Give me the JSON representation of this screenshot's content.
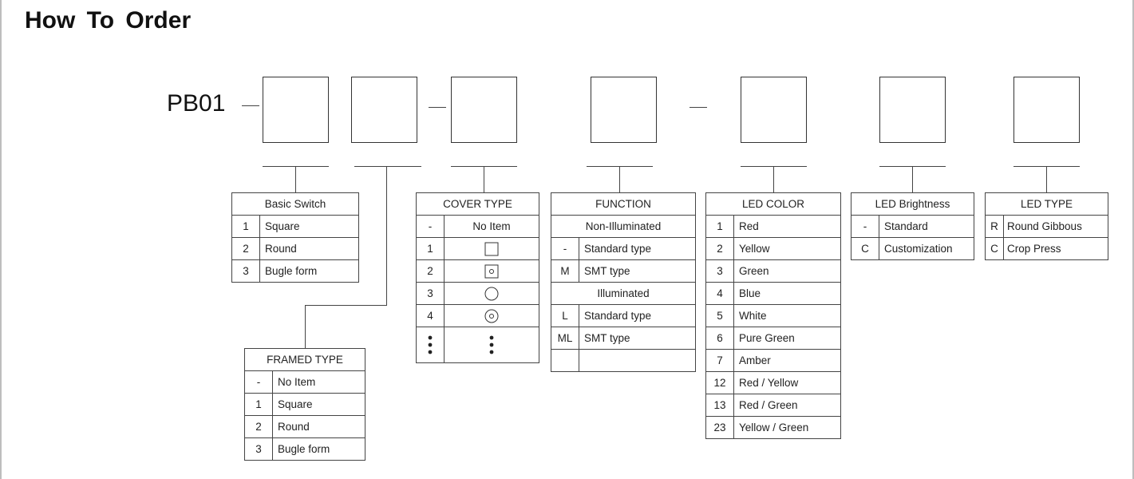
{
  "title": "How To Order",
  "prefix": "PB01",
  "tables": {
    "basic_switch": {
      "header": "Basic Switch",
      "rows": [
        {
          "code": "1",
          "label": "Square"
        },
        {
          "code": "2",
          "label": "Round"
        },
        {
          "code": "3",
          "label": "Bugle form"
        }
      ]
    },
    "framed_type": {
      "header": "FRAMED TYPE",
      "rows": [
        {
          "code": "-",
          "label": "No Item"
        },
        {
          "code": "1",
          "label": "Square"
        },
        {
          "code": "2",
          "label": "Round"
        },
        {
          "code": "3",
          "label": "Bugle form"
        }
      ]
    },
    "cover_type": {
      "header": "COVER TYPE",
      "rows": [
        {
          "code": "-",
          "label": "No  Item"
        },
        {
          "code": "1",
          "symbol": "square-icon"
        },
        {
          "code": "2",
          "symbol": "square-dot-icon"
        },
        {
          "code": "3",
          "symbol": "circle-icon"
        },
        {
          "code": "4",
          "symbol": "circle-dot-icon"
        }
      ]
    },
    "function": {
      "header": "FUNCTION",
      "sub1": "Non-Illuminated",
      "rows1": [
        {
          "code": "-",
          "label": "Standard  type"
        },
        {
          "code": "M",
          "label": "SMT type"
        }
      ],
      "sub2": "Illuminated",
      "rows2": [
        {
          "code": "L",
          "label": "Standard type"
        },
        {
          "code": "ML",
          "label": "SMT type"
        }
      ]
    },
    "led_color": {
      "header": "LED COLOR",
      "rows": [
        {
          "code": "1",
          "label": "Red"
        },
        {
          "code": "2",
          "label": "Yellow"
        },
        {
          "code": "3",
          "label": "Green"
        },
        {
          "code": "4",
          "label": "Blue"
        },
        {
          "code": "5",
          "label": "White"
        },
        {
          "code": "6",
          "label": "Pure Green"
        },
        {
          "code": "7",
          "label": "Amber"
        },
        {
          "code": "12",
          "label": "Red / Yellow"
        },
        {
          "code": "13",
          "label": "Red / Green"
        },
        {
          "code": "23",
          "label": "Yellow / Green"
        }
      ]
    },
    "led_brightness": {
      "header": "LED Brightness",
      "rows": [
        {
          "code": "-",
          "label": "Standard"
        },
        {
          "code": "C",
          "label": "Customization"
        }
      ]
    },
    "led_type": {
      "header": "LED TYPE",
      "rows": [
        {
          "code": "R",
          "label": "Round Gibbous"
        },
        {
          "code": "C",
          "label": "Crop Press"
        }
      ]
    }
  }
}
